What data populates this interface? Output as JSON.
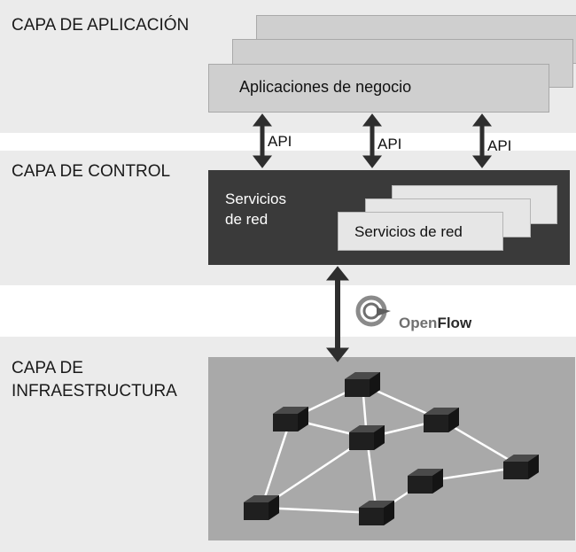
{
  "layers": {
    "application": "CAPA DE APLICACIÓN",
    "control": "CAPA DE CONTROL",
    "infrastructure": "CAPA DE\nINFRAESTRUCTURA"
  },
  "application": {
    "card_label": "Aplicaciones de negocio"
  },
  "api_labels": [
    "API",
    "API",
    "API"
  ],
  "control": {
    "title": "Servicios\nde red",
    "card_label": "Servicios de red"
  },
  "openflow": {
    "part1": "Open",
    "part2": "Flow",
    "icon": "openflow-logo-icon"
  },
  "network": {
    "node_count": 8,
    "icon": "switch-icon",
    "colors": {
      "band": "#ebebeb",
      "control_box": "#3a3a3a",
      "infra_box": "#a9a9a9",
      "switch": "#1f1f1f",
      "link": "#ffffff"
    }
  }
}
